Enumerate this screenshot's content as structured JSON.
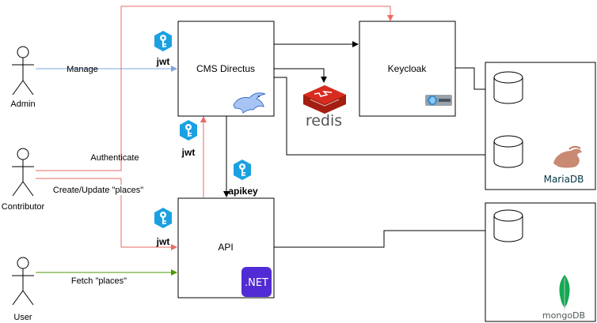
{
  "actors": {
    "admin": "Admin",
    "contributor": "Contributor",
    "user": "User"
  },
  "nodes": {
    "cms": "CMS Directus",
    "keycloak": "Keycloak",
    "api": "API"
  },
  "edges": {
    "manage": "Manage",
    "authenticate": "Authenticate",
    "create_update": "Create/Update \"places\"",
    "fetch": "Fetch \"places\""
  },
  "tokens": {
    "jwt": "jwt",
    "apikey": "apikey"
  },
  "logos": {
    "redis": "redis",
    "mariadb": "MariaDB",
    "mongodb": "mongoDB",
    "dotnet": ".NET"
  },
  "colors": {
    "blue": "#7ea6e0",
    "red": "#ea6b66",
    "green": "#4d9900",
    "key": "#1ba1e2",
    "redis": "#d82c20",
    "dotnet": "#512bd4",
    "mariadb": "#003545",
    "mongodb": "#13aa52"
  }
}
